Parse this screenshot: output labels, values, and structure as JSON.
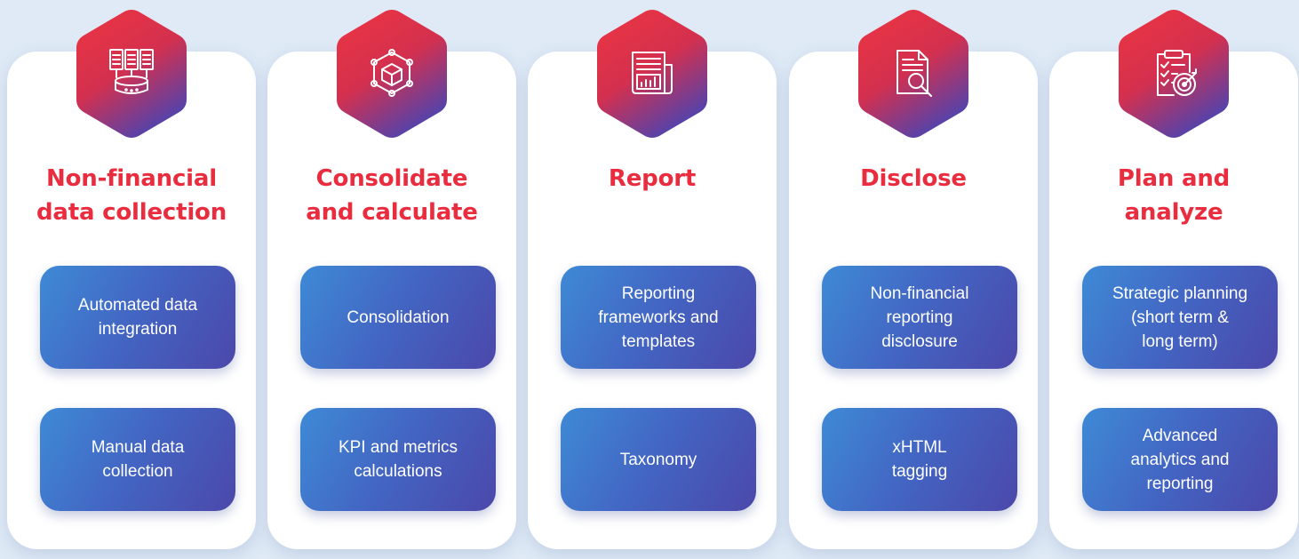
{
  "colors": {
    "background": "#dfeaf6",
    "title": "#ea2c3f",
    "hex_gradient": [
      "#ee3540",
      "#d3304f",
      "#5742a8"
    ],
    "pill_gradient": [
      "#3e8ad6",
      "#4364c2",
      "#4b48aa"
    ]
  },
  "columns": [
    {
      "icon": "database-documents-icon",
      "title": [
        "Non-financial",
        "data collection"
      ],
      "items": [
        [
          "Automated data",
          "integration"
        ],
        [
          "Manual data",
          "collection"
        ]
      ]
    },
    {
      "icon": "cube-network-icon",
      "title": [
        "Consolidate",
        "and calculate"
      ],
      "items": [
        [
          "Consolidation"
        ],
        [
          "KPI and metrics",
          "calculations"
        ]
      ]
    },
    {
      "icon": "newspaper-chart-icon",
      "title": [
        "Report"
      ],
      "items": [
        [
          "Reporting",
          "frameworks and",
          "templates"
        ],
        [
          "Taxonomy"
        ]
      ]
    },
    {
      "icon": "document-search-icon",
      "title": [
        "Disclose"
      ],
      "items": [
        [
          "Non-financial",
          "reporting",
          "disclosure"
        ],
        [
          "xHTML",
          "tagging"
        ]
      ]
    },
    {
      "icon": "clipboard-target-icon",
      "title": [
        "Plan and",
        "analyze"
      ],
      "items": [
        [
          "Strategic planning",
          "(short term &",
          "long term)"
        ],
        [
          "Advanced",
          "analytics and",
          "reporting"
        ]
      ]
    }
  ]
}
